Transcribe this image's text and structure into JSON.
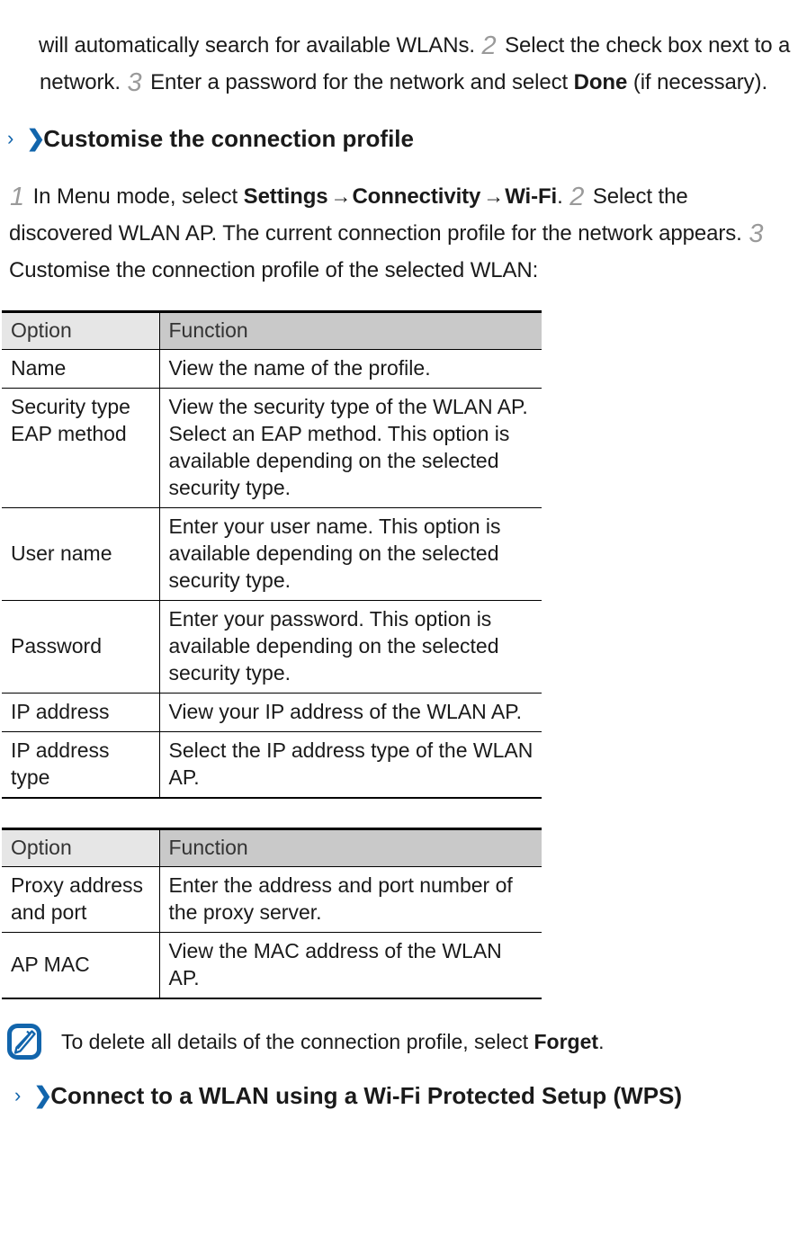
{
  "document": {
    "intro_paragraph": {
      "lead": "will automatically search for available WLANs.",
      "step2_num": "2",
      "step2_text": "Select the check box next to a network.",
      "step3_num": "3",
      "step3_text": "Enter a password for the network and select",
      "bold_term": "Done",
      "tail": "(if necessary)."
    },
    "section_customise": {
      "chevron_thin": "›",
      "chevron_bold": "❯",
      "title": "Customise the connection profile",
      "step1_num": "1",
      "step1_prefix": "In Menu mode, select",
      "menu_path": [
        {
          "label": "Settings",
          "arrow": "→"
        },
        {
          "label": "Connectivity",
          "arrow": "→"
        },
        {
          "label": "Wi-Fi",
          "arrow": ""
        }
      ],
      "step1_suffix": ".",
      "step2_num": "2",
      "step2_text": "Select the discovered WLAN AP. The current connection profile for the network appears.",
      "step3_num": "3",
      "step3_text": "Customise the connection profile of the selected WLAN:"
    },
    "table_one": {
      "headers": [
        "Option",
        "Function"
      ],
      "rows": [
        {
          "option": "Name",
          "function": "View the name of the profile.",
          "option_valign": "top"
        },
        {
          "option": "Security type EAP method",
          "function": "View the security type of the WLAN AP. Select an EAP method. This option is available depending on the selected security type.",
          "option_valign": "top"
        },
        {
          "option": "User name",
          "function": "Enter your user name. This option is available depending on the selected security type.",
          "option_valign": "middle"
        },
        {
          "option": "Password",
          "function": "Enter your password. This option is available depending on the selected security type.",
          "option_valign": "middle"
        },
        {
          "option": "IP address",
          "function": "View your IP address of the WLAN AP.",
          "option_valign": "middle"
        },
        {
          "option": "IP address type",
          "function": "Select the IP address type of the WLAN AP.",
          "option_valign": "top"
        }
      ]
    },
    "table_two": {
      "headers": [
        "Option",
        "Function"
      ],
      "rows": [
        {
          "option": "Proxy address and port",
          "function": "Enter the address and port number of the proxy server.",
          "option_valign": "top"
        },
        {
          "option": "AP MAC",
          "function": "View the MAC address of the WLAN AP.",
          "option_valign": "middle"
        }
      ]
    },
    "note": {
      "icon": "note-pen-icon",
      "text_before": "To delete all details of the connection profile, select",
      "bold_term": "Forget",
      "text_after": "."
    },
    "section_wps": {
      "chevron_thin": "›",
      "chevron_bold": "❯",
      "title": "Connect to a WLAN using a Wi-Fi Protected Setup (WPS)"
    }
  },
  "colors": {
    "accent_blue": "#1265ac",
    "step_number_gray": "#9a9a9a",
    "header_option_bg": "#e6e6e6",
    "header_function_bg": "#c9c9c9",
    "text": "#1a1a1a"
  }
}
